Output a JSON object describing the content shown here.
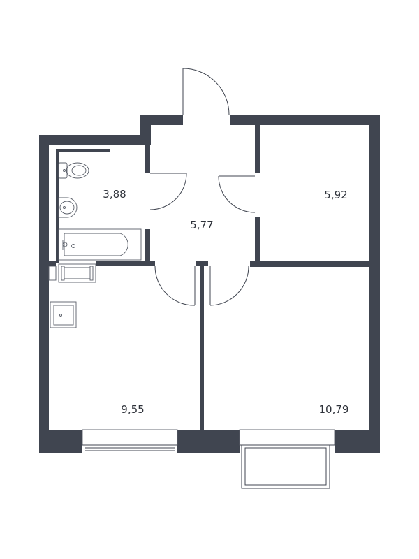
{
  "colors": {
    "wall": "#404550",
    "background": "#ffffff",
    "text": "#2e323a"
  },
  "rooms": [
    {
      "id": "bathroom",
      "area": "3,88"
    },
    {
      "id": "hallway",
      "area": "5,77"
    },
    {
      "id": "bedroom",
      "area": "5,92"
    },
    {
      "id": "kitchen",
      "area": "9,55"
    },
    {
      "id": "living-room",
      "area": "10,79"
    }
  ]
}
